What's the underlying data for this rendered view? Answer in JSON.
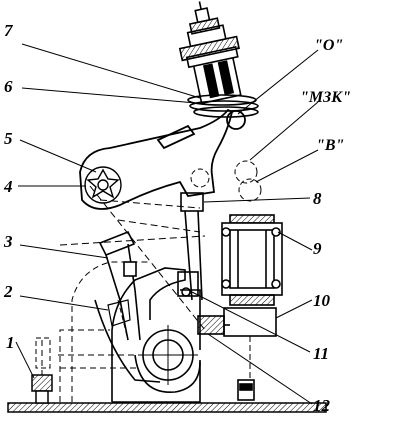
{
  "diagram": {
    "callouts": [
      {
        "id": "c1",
        "text": "1"
      },
      {
        "id": "c2",
        "text": "2"
      },
      {
        "id": "c3",
        "text": "3"
      },
      {
        "id": "c4",
        "text": "4"
      },
      {
        "id": "c5",
        "text": "5"
      },
      {
        "id": "c6",
        "text": "6"
      },
      {
        "id": "c7",
        "text": "7"
      },
      {
        "id": "c8",
        "text": "8"
      },
      {
        "id": "c9",
        "text": "9"
      },
      {
        "id": "c10",
        "text": "10"
      },
      {
        "id": "c11",
        "text": "11"
      },
      {
        "id": "c12",
        "text": "12"
      }
    ],
    "positions": [
      {
        "id": "pO",
        "text": "\"O\""
      },
      {
        "id": "pMZK",
        "text": "\"МЗК\""
      },
      {
        "id": "pB",
        "text": "\"B\""
      }
    ]
  }
}
